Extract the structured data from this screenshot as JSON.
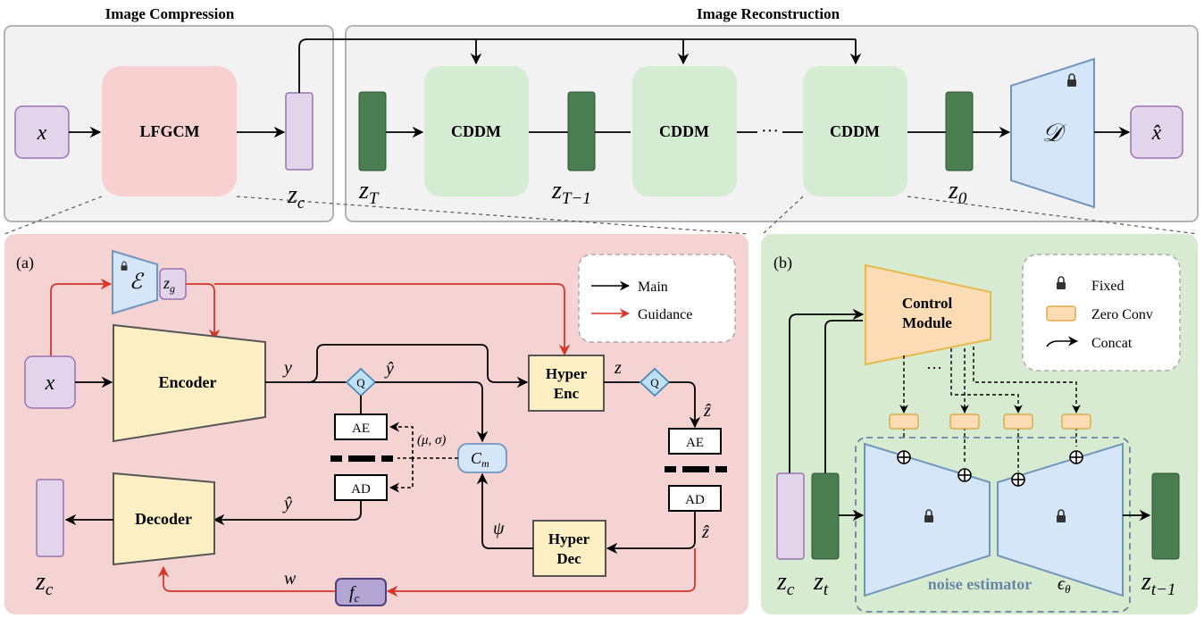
{
  "top": {
    "compression_title": "Image Compression",
    "reconstruction_title": "Image Reconstruction",
    "x": "x",
    "lfgcm": "LFGCM",
    "zc": "z",
    "zc_sub": "c",
    "zT": "z",
    "zT_sub": "T",
    "zT1": "z",
    "zT1_sub": "T−1",
    "z0": "z",
    "z0_sub": "0",
    "cddm": "CDDM",
    "ellipsis": "···",
    "decoder_symbol": "𝒟",
    "xhat": "x̂"
  },
  "panel_a": {
    "label": "(a)",
    "encoder_symbol": "ℰ",
    "zg": "z",
    "zg_sub": "g",
    "x": "x",
    "encoder": "Encoder",
    "decoder": "Decoder",
    "y": "y",
    "yhat": "ŷ",
    "yhat2": "ŷ",
    "q": "Q",
    "q2": "Q",
    "ae": "AE",
    "ad": "AD",
    "ae2": "AE",
    "ad2": "AD",
    "musigma": "(μ, σ)",
    "cm": "C",
    "cm_sub": "m",
    "hyper_enc_1": "Hyper",
    "hyper_enc_2": "Enc",
    "hyper_dec_1": "Hyper",
    "hyper_dec_2": "Dec",
    "z": "z",
    "zhat": "ẑ",
    "zhat2": "ẑ",
    "psi": "ψ",
    "w": "w",
    "fc": "f",
    "fc_sub": "c",
    "zc": "z",
    "zc_sub": "c",
    "legend_main": "Main",
    "legend_guidance": "Guidance"
  },
  "panel_b": {
    "label": "(b)",
    "control_1": "Control",
    "control_2": "Module",
    "dots": "···",
    "noise_estimator": "noise estimator",
    "epsilon": "ϵ",
    "epsilon_sub": "θ",
    "zc": "z",
    "zc_sub": "c",
    "zt": "z",
    "zt_sub": "t",
    "zt1": "z",
    "zt1_sub": "t−1",
    "legend_fixed": "Fixed",
    "legend_zero_conv": "Zero Conv",
    "legend_concat": "Concat"
  },
  "colors": {
    "pink_panel": "#f6d3d3",
    "green_panel": "#d6ebd0",
    "purple_latent": "#e2d4ea",
    "dark_green": "#4a7d50",
    "cddm_green": "#d4ecd2",
    "lfgcm_pink": "#f8d0d0",
    "yellow": "#fcefc4",
    "blue": "#d5e6f8",
    "orange": "#fcdcb4",
    "red": "#d9352a"
  }
}
